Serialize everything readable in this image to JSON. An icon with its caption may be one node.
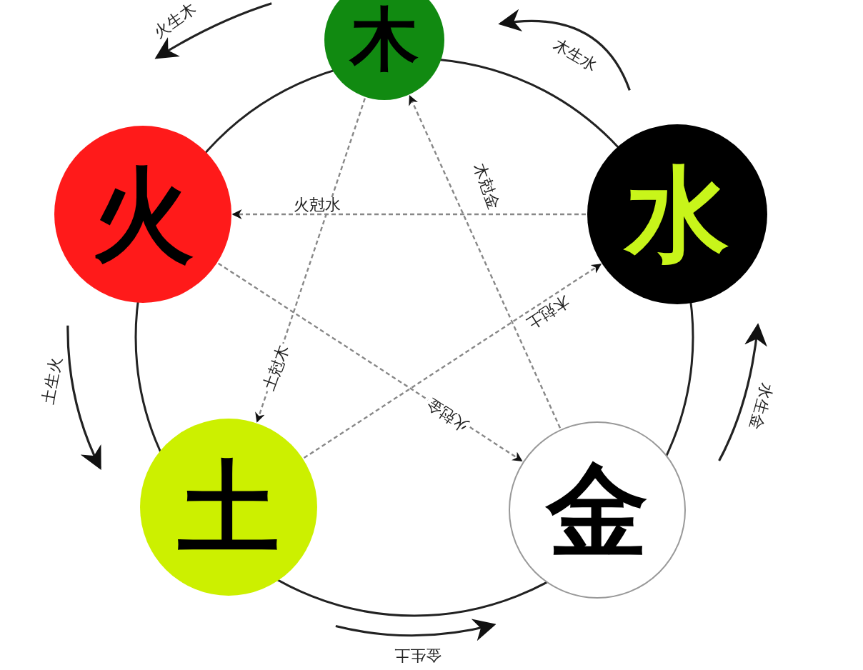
{
  "diagram": {
    "nodes": [
      {
        "text": [
          "木"
        ]
      },
      {
        "text": [
          "火"
        ]
      },
      {
        "text": [
          "水"
        ]
      },
      {
        "text": [
          "土"
        ]
      },
      {
        "text": [
          "金"
        ]
      }
    ],
    "edges": [
      {
        "from": 0,
        "to": 1,
        "arrow": "to",
        "label": "火生木"
      },
      {
        "from": 2,
        "to": 0,
        "arrow": "to",
        "label": "木生水"
      },
      {
        "from": 1,
        "to": 3,
        "arrow": "to",
        "label": "土生火"
      },
      {
        "from": 4,
        "to": 2,
        "arrow": "to",
        "label": "水生金"
      },
      {
        "from": 3,
        "to": 4,
        "arrow": "to",
        "label": "金生土"
      },
      {
        "from": 2,
        "to": 1,
        "arrow": "to",
        "label": "火尅水",
        "style": "dashed",
        "color": "#888888"
      },
      {
        "from": 4,
        "to": 0,
        "arrow": "to",
        "label": "木尅金",
        "style": "dashed",
        "color": "#888888"
      },
      {
        "from": 3,
        "to": 2,
        "arrow": "to",
        "label": "木尅土",
        "style": "dashed",
        "color": "#888888"
      },
      {
        "from": 1,
        "to": 4,
        "arrow": "to",
        "label": "火尅金",
        "style": "dashed",
        "color": "#888888"
      },
      {
        "from": 0,
        "to": 3,
        "arrow": "to",
        "label": "土尅木",
        "style": "dashed",
        "color": "#888888"
      }
    ]
  }
}
